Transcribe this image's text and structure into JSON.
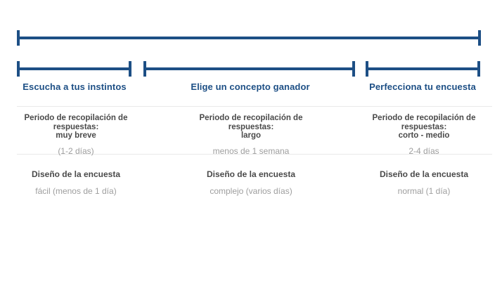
{
  "colors": {
    "navy": "#1d4f85",
    "dark_text": "#4a4a4a",
    "muted_text": "#9e9e9e",
    "divider": "#e9e9e9",
    "background": "#ffffff"
  },
  "timeline": {
    "collection_label": "Periodo de recopilación de respuestas:",
    "design_label": "Diseño de la encuesta",
    "phases": [
      {
        "title": "Escucha a tus instintos",
        "collection_value": "muy breve",
        "collection_duration": "(1-2 días)",
        "design_value": "fácil (menos de 1 día)"
      },
      {
        "title": "Elige un concepto ganador",
        "collection_value": "largo",
        "collection_duration": "menos de 1 semana",
        "design_value": "complejo (varios días)"
      },
      {
        "title": "Perfecciona tu encuesta",
        "collection_value": "corto - medio",
        "collection_duration": "2-4 días",
        "design_value": "normal (1 día)"
      }
    ]
  }
}
